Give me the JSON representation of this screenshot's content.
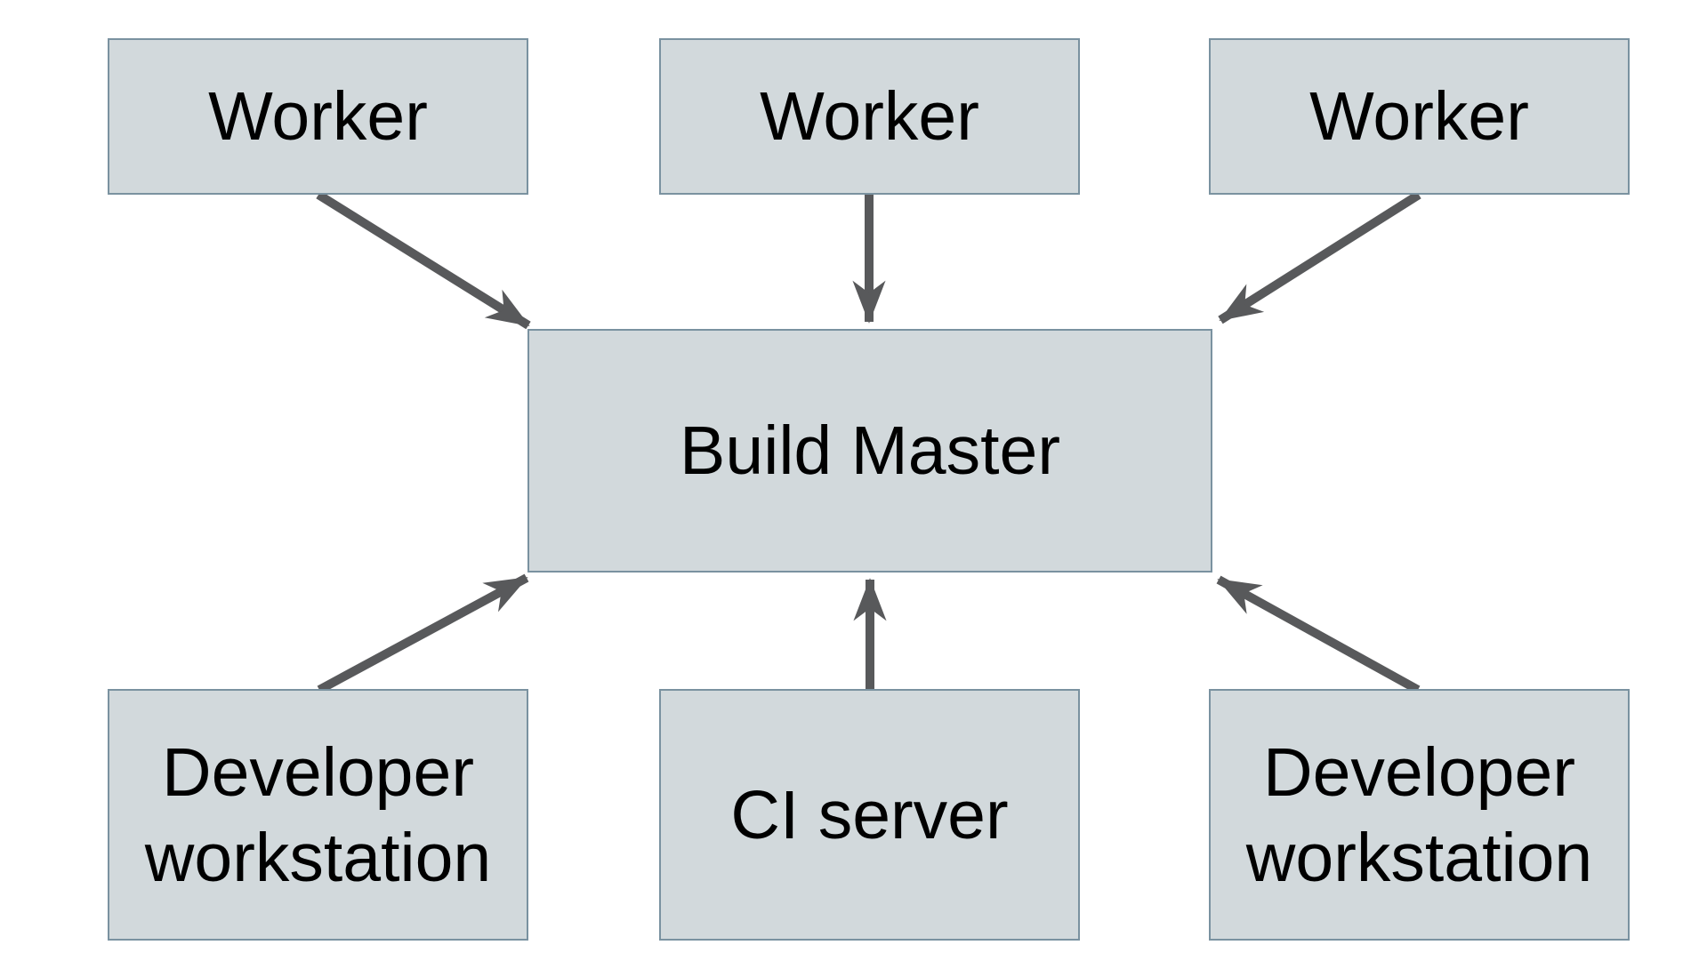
{
  "diagram": {
    "type": "architecture-diagram",
    "nodes": [
      {
        "id": "worker-1",
        "label": "Worker"
      },
      {
        "id": "worker-2",
        "label": "Worker"
      },
      {
        "id": "worker-3",
        "label": "Worker"
      },
      {
        "id": "build-master",
        "label": "Build Master"
      },
      {
        "id": "dev-workstation-1",
        "label": "Developer workstation"
      },
      {
        "id": "ci-server",
        "label": "CI server"
      },
      {
        "id": "dev-workstation-2",
        "label": "Developer workstation"
      }
    ],
    "edges": [
      {
        "from": "worker-1",
        "to": "build-master"
      },
      {
        "from": "worker-2",
        "to": "build-master"
      },
      {
        "from": "worker-3",
        "to": "build-master"
      },
      {
        "from": "dev-workstation-1",
        "to": "build-master"
      },
      {
        "from": "ci-server",
        "to": "build-master"
      },
      {
        "from": "dev-workstation-2",
        "to": "build-master"
      }
    ],
    "theme": {
      "node_fill": "#d2d9dc",
      "node_border": "#7a92a0",
      "arrow_color": "#58595b",
      "text_color": "#000000",
      "background": "#ffffff"
    }
  }
}
